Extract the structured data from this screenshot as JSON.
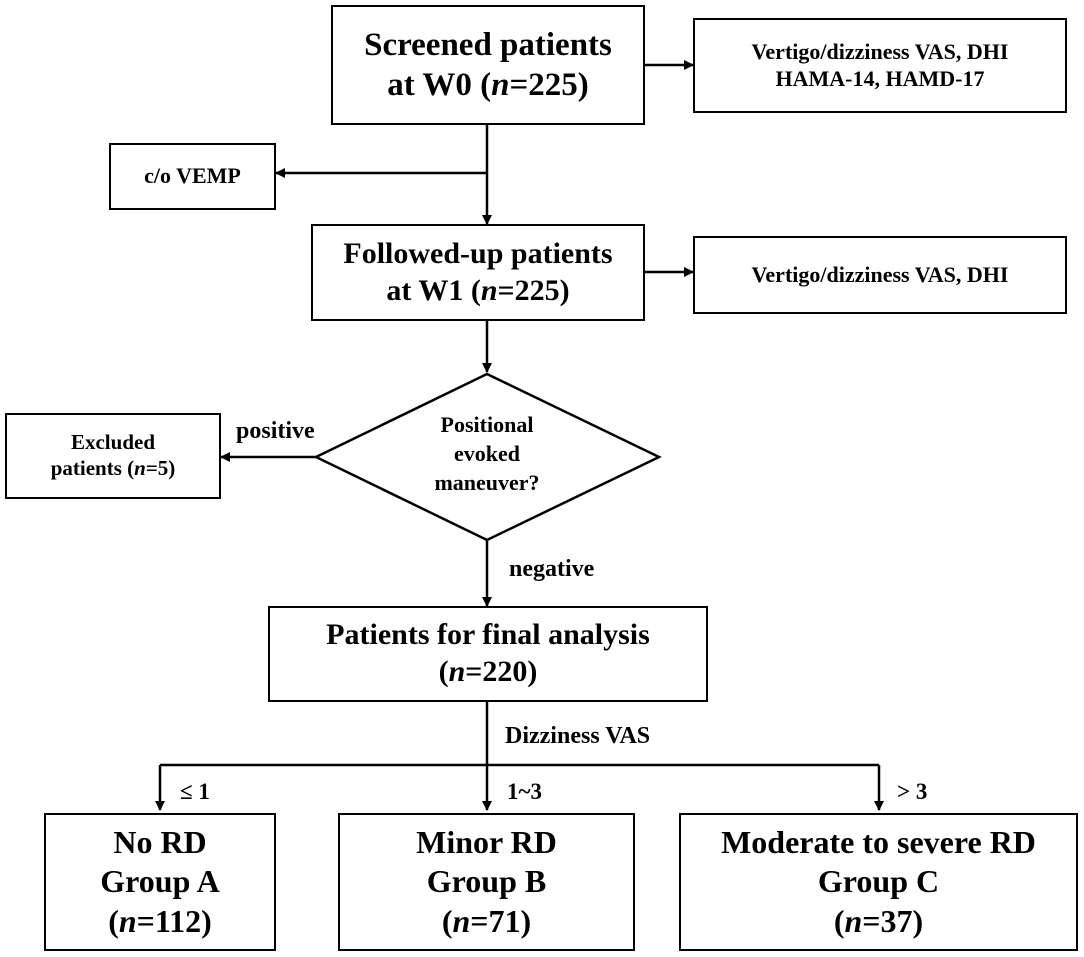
{
  "flowchart": {
    "screened": {
      "line1": "Screened patients",
      "line2_prefix": "at W0 (",
      "n_italic": "n",
      "line2_suffix": "=225)"
    },
    "w0_measures": {
      "line1": "Vertigo/dizziness VAS,  DHI",
      "line2": "HAMA-14, HAMD-17"
    },
    "co_vemp": "c/o VEMP",
    "followed": {
      "line1": "Followed-up patients",
      "line2_prefix": "at W1 (",
      "n_italic": "n",
      "line2_suffix": "=225)"
    },
    "w1_measures": "Vertigo/dizziness VAS, DHI",
    "decision": {
      "line1": "Positional",
      "line2": "evoked",
      "line3": "maneuver?"
    },
    "positive_label": "positive",
    "negative_label": "negative",
    "excluded": {
      "line1": "Excluded",
      "line2_prefix": "patients (",
      "n_italic": "n",
      "line2_suffix": "=5)"
    },
    "final": {
      "line1": "Patients for final analysis",
      "line2_prefix": "(",
      "n_italic": "n",
      "line2_suffix": "=220)"
    },
    "split_label": "Dizziness VAS",
    "branch_labels": {
      "a": "≤ 1",
      "b": "1~3",
      "c": "> 3"
    },
    "groups": [
      {
        "line1": "No RD",
        "line2": "Group A",
        "line3_prefix": "(",
        "n_italic": "n",
        "line3_suffix": "=112)"
      },
      {
        "line1": "Minor RD",
        "line2": "Group B",
        "line3_prefix": "(",
        "n_italic": "n",
        "line3_suffix": "=71)"
      },
      {
        "line1": "Moderate to severe RD",
        "line2": "Group C",
        "line3_prefix": "(",
        "n_italic": "n",
        "line3_suffix": "=37)"
      }
    ]
  }
}
